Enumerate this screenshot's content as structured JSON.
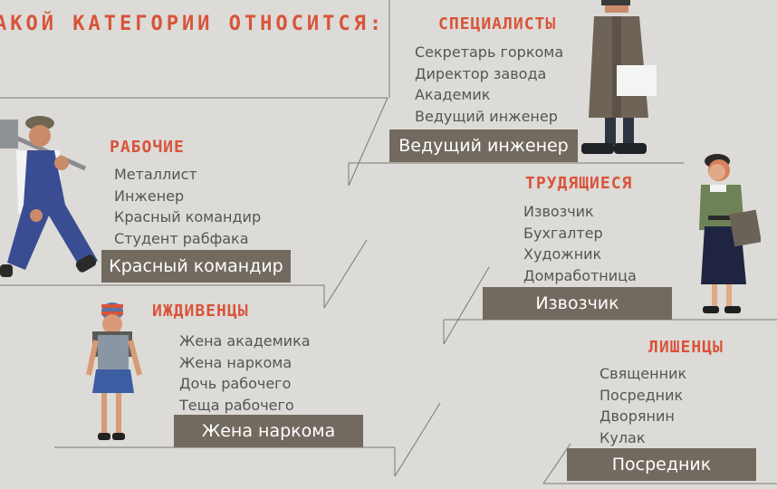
{
  "title": "АКОЙ КАТЕГОРИИ ОТНОСИТСЯ:",
  "groups": {
    "specialists": {
      "label": "СПЕЦИАЛИСТЫ",
      "options": [
        "Секретарь горкома",
        "Директор завода",
        "Академик",
        "Ведущий инженер"
      ],
      "answer": "Ведущий инженер"
    },
    "workers": {
      "label": "РАБОЧИЕ",
      "options": [
        "Металлист",
        "Инженер",
        "Красный командир",
        "Студент рабфака"
      ],
      "answer": "Красный командир"
    },
    "toilers": {
      "label": "ТРУДЯЩИЕСЯ",
      "options": [
        "Извозчик",
        "Бухгалтер",
        "Художник",
        "Домработница"
      ],
      "answer": "Извозчик"
    },
    "dependents": {
      "label": "ИЖДИВЕНЦЫ",
      "options": [
        "Жена академика",
        "Жена наркома",
        "Дочь рабочего",
        "Теща рабочего"
      ],
      "answer": "Жена наркома"
    },
    "disenfranchised": {
      "label": "ЛИШЕНЦЫ",
      "options": [
        "Священник",
        "Посредник",
        "Дворянин",
        "Кулак"
      ],
      "answer": "Посредник"
    }
  },
  "colors": {
    "accent": "#d9533a",
    "answer_box": "#736a5f",
    "background": "#dcdbd7"
  }
}
